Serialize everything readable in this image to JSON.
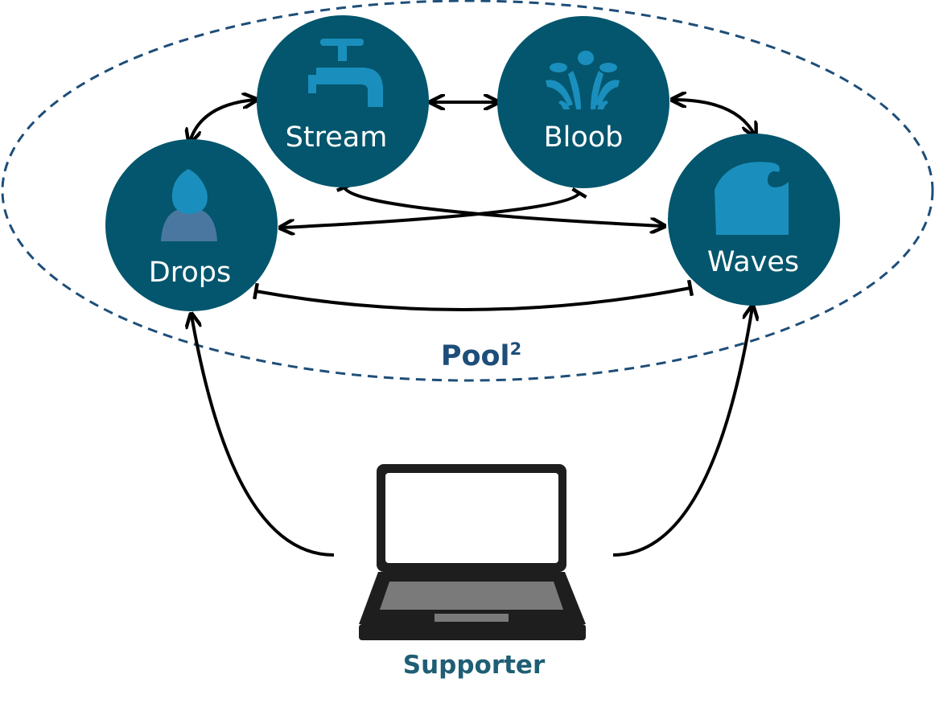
{
  "nodes": {
    "stream": "Stream",
    "bloob": "Bloob",
    "drops": "Drops",
    "waves": "Waves"
  },
  "pool": {
    "label": "Pool",
    "superscript": "2"
  },
  "supporter": {
    "label": "Supporter"
  },
  "icons": {
    "stream": "faucet-icon",
    "bloob": "splash-icon",
    "drops": "drop-person-icon",
    "waves": "wave-icon",
    "supporter": "laptop-icon"
  },
  "colors": {
    "node_fill": "#03566d",
    "icon_fill": "#1a8fbd",
    "drops_body": "#4a77a0",
    "pool_border": "#1d4e79",
    "pool_text": "#1d4e79",
    "supporter_text": "#1f5e74",
    "arrow": "#000000"
  }
}
